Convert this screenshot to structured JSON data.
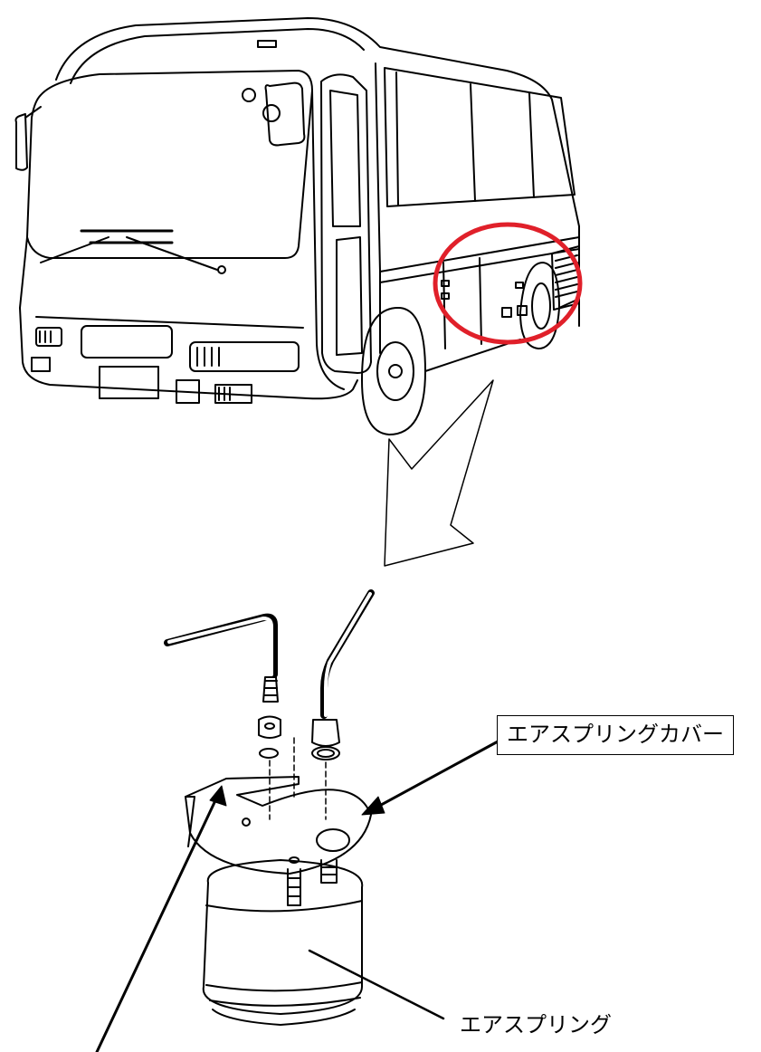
{
  "labels": {
    "air_spring_cover": "エアスプリングカバー",
    "air_spring": "エアスプリング"
  },
  "colors": {
    "line": "#000000",
    "highlight_circle": "#e0202a",
    "background": "#ffffff"
  },
  "icons": [
    "bus-illustration",
    "magnify-arrow",
    "air-spring-assembly"
  ]
}
